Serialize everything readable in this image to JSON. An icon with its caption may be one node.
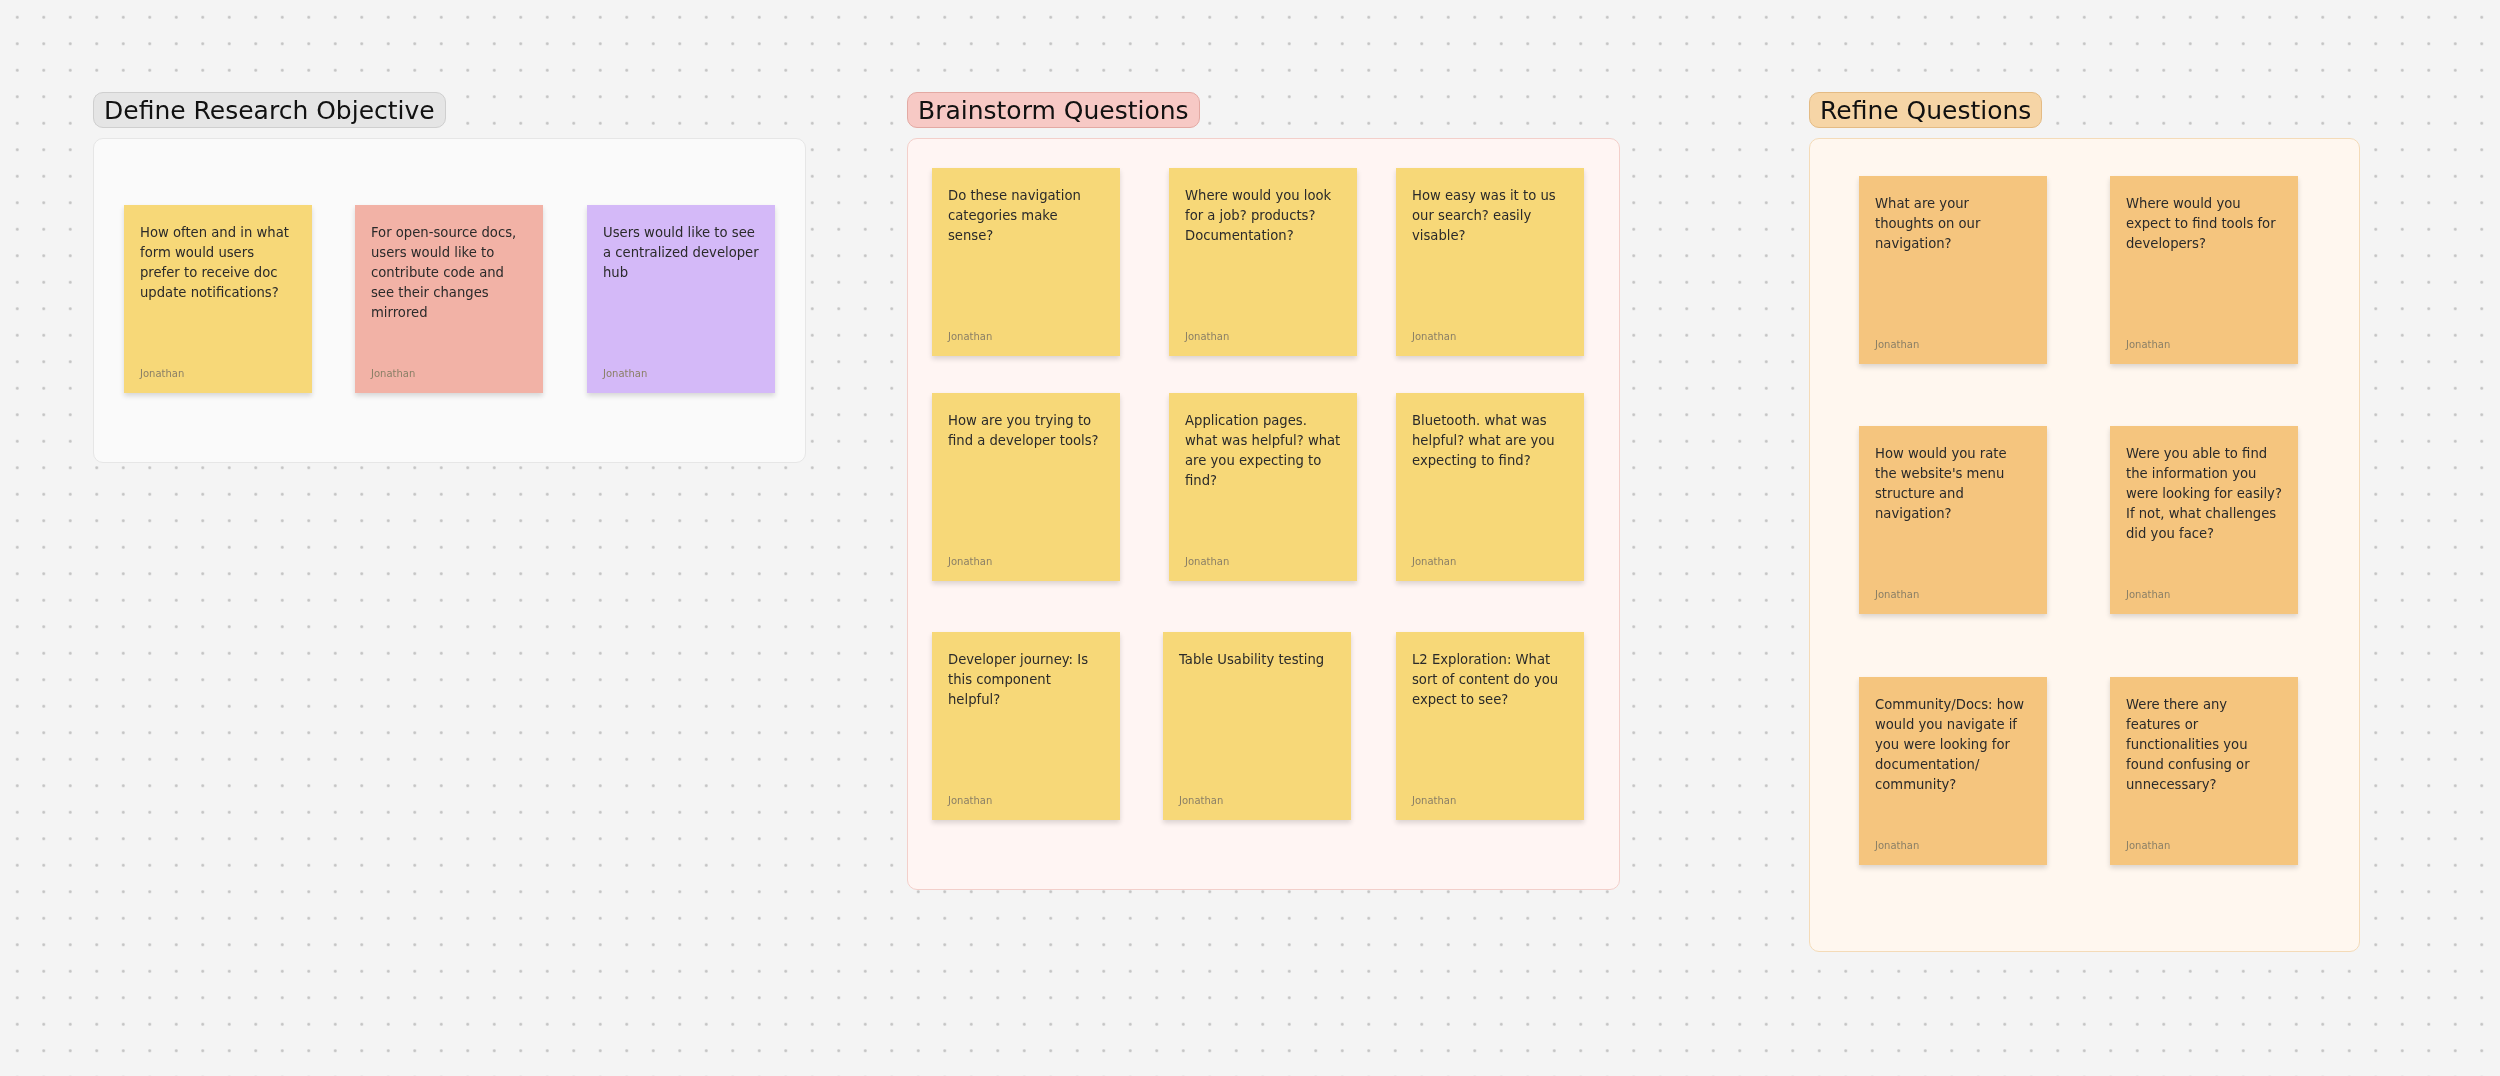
{
  "diagram": {
    "nodes": [
      {
        "text": [
          "Define Research Objective"
        ]
      },
      {
        "text": [
          "How often and in what form would users prefer to receive doc update notifications?",
          "Jonathan"
        ],
        "in": 0
      },
      {
        "text": [
          "For open-source docs, users would like to contribute code and see their changes mirrored",
          "Jonathan"
        ],
        "in": 0
      },
      {
        "text": [
          "Users would like to see a centralized developer hub",
          "Jonathan"
        ],
        "in": 0
      },
      {
        "text": [
          "Brainstorm Questions"
        ]
      },
      {
        "text": [
          "Do these navigation categories make sense?",
          "Jonathan"
        ],
        "in": 4
      },
      {
        "text": [
          "Where would you look for a job? products? Documentation?",
          "Jonathan"
        ],
        "in": 4
      },
      {
        "text": [
          "How easy was it to us our search? easily visable?",
          "Jonathan"
        ],
        "in": 4
      },
      {
        "text": [
          "How are you trying to find a developer tools?",
          "Jonathan"
        ],
        "in": 4
      },
      {
        "text": [
          "Application pages. what was helpful? what are you expecting to find?",
          "Jonathan"
        ],
        "in": 4
      },
      {
        "text": [
          "Bluetooth. what was helpful? what are you expecting to find?",
          "Jonathan"
        ],
        "in": 4
      },
      {
        "text": [
          "Developer journey: Is this component helpful?",
          "Jonathan"
        ],
        "in": 4
      },
      {
        "text": [
          "Table Usability testing",
          "Jonathan"
        ],
        "in": 4
      },
      {
        "text": [
          "L2 Exploration: What sort of content do you expect to see?",
          "Jonathan"
        ],
        "in": 4
      },
      {
        "text": [
          "Refine Questions"
        ]
      },
      {
        "text": [
          "What are your thoughts on our navigation?",
          "Jonathan"
        ],
        "in": 14
      },
      {
        "text": [
          "Where would you expect to find tools for developers?",
          "Jonathan"
        ],
        "in": 14
      },
      {
        "text": [
          "How would you rate the website's menu structure and navigation?",
          "Jonathan"
        ],
        "in": 14
      },
      {
        "text": [
          "Were you able to find the information you were looking for easily? If not, what challenges did you face?",
          "Jonathan"
        ],
        "in": 14
      },
      {
        "text": [
          "Community/Docs: how would you navigate if you were looking for documentation/ community?",
          "Jonathan"
        ],
        "in": 14
      },
      {
        "text": [
          "Were there any features or functionalities you found confusing or unnecessary?",
          "Jonathan"
        ],
        "in": 14
      }
    ]
  }
}
